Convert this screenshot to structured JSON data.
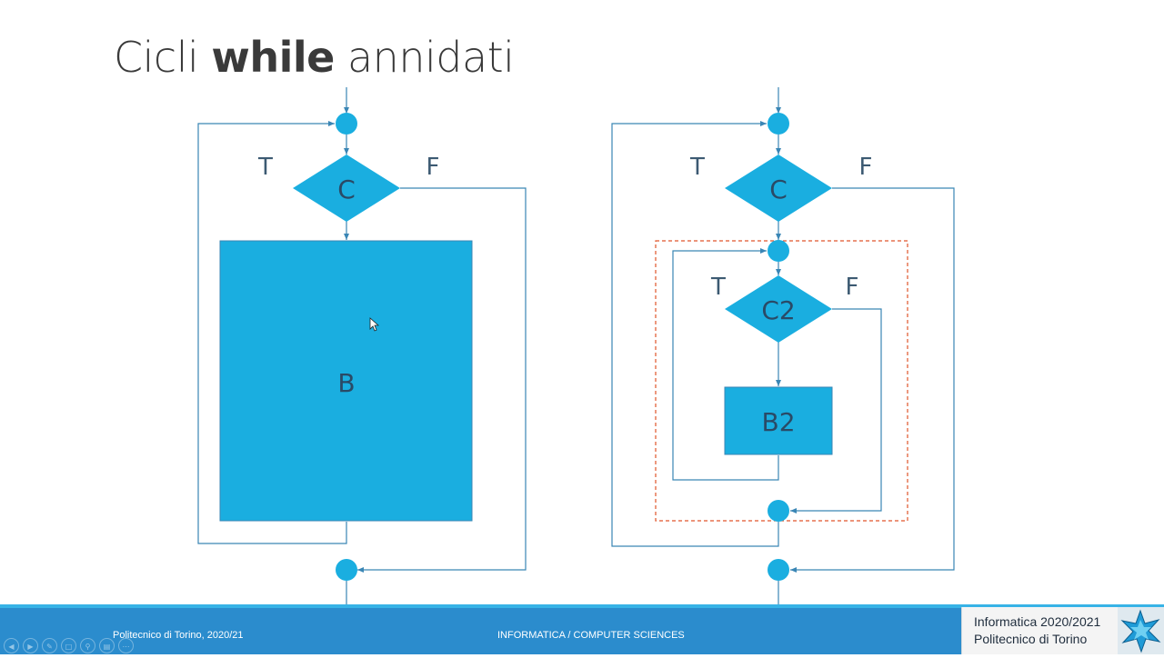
{
  "slide": {
    "title_part1": "Cicli ",
    "title_keyword": "while",
    "title_part2": " annidati"
  },
  "left_diagram": {
    "condition": "C",
    "true_label": "T",
    "false_label": "F",
    "body": "B"
  },
  "right_diagram": {
    "condition": "C",
    "true_label": "T",
    "false_label": "F",
    "inner_condition": "C2",
    "inner_true_label": "T",
    "inner_false_label": "F",
    "inner_body": "B2"
  },
  "footer": {
    "left_text": "Politecnico di Torino, 2020/21",
    "center_text": "INFORMATICA / COMPUTER SCIENCES",
    "info_line1": "Informatica 2020/2021",
    "info_line2": "Politecnico di Torino"
  },
  "colors": {
    "shape_fill": "#1aaee0",
    "line": "#3a86b5",
    "dashed_box": "#e0552a",
    "footer_bg": "#2b8ccd"
  },
  "icons": [
    "prev-slide-icon",
    "next-slide-icon",
    "pen-icon",
    "slides-icon",
    "zoom-icon",
    "subtitles-icon",
    "more-icon",
    "cursor-icon"
  ]
}
